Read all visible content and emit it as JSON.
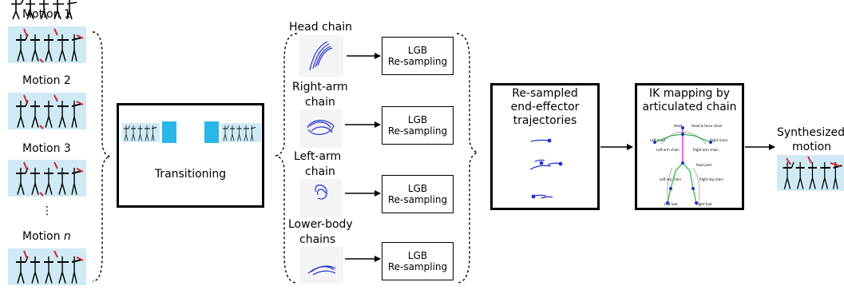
{
  "motions": {
    "items": [
      "Motion 1",
      "Motion 2",
      "Motion 3"
    ],
    "ellipsis": "⋮",
    "last_prefix": "Motion ",
    "last_var": "n"
  },
  "transitioning": {
    "label": "Transitioning"
  },
  "chains": [
    {
      "line1": "Head chain",
      "line2": ""
    },
    {
      "line1": "Right-arm",
      "line2": "chain"
    },
    {
      "line1": "Left-arm",
      "line2": "chain"
    },
    {
      "line1": "Lower-body",
      "line2": "chains"
    }
  ],
  "lgb": {
    "line1": "LGB",
    "line2": "Re-sampling"
  },
  "resampled": {
    "line1": "Re-sampled",
    "line2": "end-effector",
    "line3": "trajectories"
  },
  "ik": {
    "line1": "IK mapping by",
    "line2": "articulated chain",
    "skeleton_labels": [
      "Head",
      "Head & torso chain",
      "Left hand",
      "Right hand",
      "Left arm chain",
      "Right arm chain",
      "Root joint",
      "Left leg chain",
      "Right leg chain",
      "Left foot",
      "Right foot"
    ]
  },
  "output": {
    "line1": "Synthesized",
    "line2": "motion"
  },
  "colors": {
    "strip": "#cfeaf4",
    "trajectory": "#1f2fd0",
    "block": "#29b6e8",
    "skeleton_red": "#e0202a"
  }
}
